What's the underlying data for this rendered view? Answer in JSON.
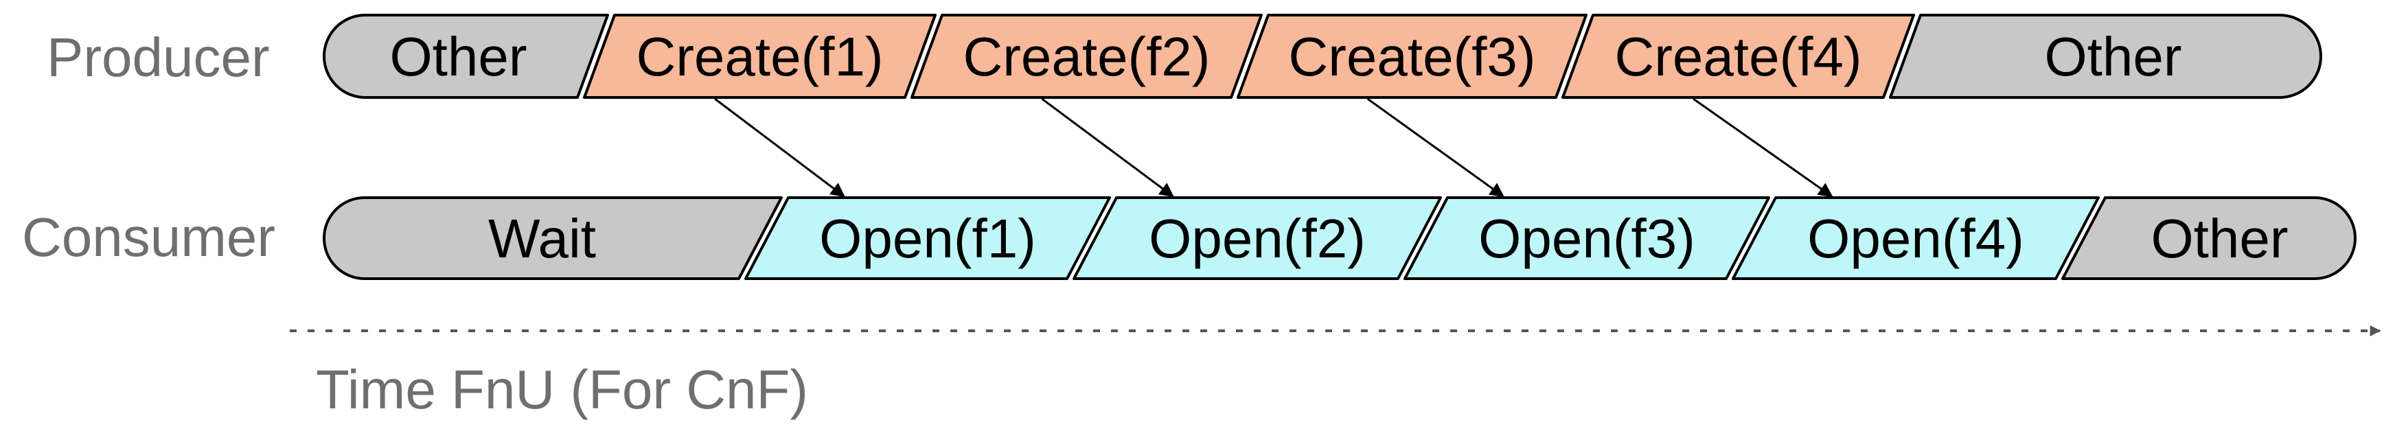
{
  "rows": {
    "producer": {
      "label": "Producer",
      "segments": [
        {
          "label": "Other",
          "kind": "other"
        },
        {
          "label": "Create(f1)",
          "kind": "create"
        },
        {
          "label": "Create(f2)",
          "kind": "create"
        },
        {
          "label": "Create(f3)",
          "kind": "create"
        },
        {
          "label": "Create(f4)",
          "kind": "create"
        },
        {
          "label": "Other",
          "kind": "other"
        }
      ]
    },
    "consumer": {
      "label": "Consumer",
      "segments": [
        {
          "label": "Wait",
          "kind": "other"
        },
        {
          "label": "Open(f1)",
          "kind": "open"
        },
        {
          "label": "Open(f2)",
          "kind": "open"
        },
        {
          "label": "Open(f3)",
          "kind": "open"
        },
        {
          "label": "Open(f4)",
          "kind": "open"
        },
        {
          "label": "Other",
          "kind": "other"
        }
      ]
    }
  },
  "time_axis": {
    "label": "Time FnU (For CnF)"
  },
  "dependencies": [
    {
      "from": "Create(f1)",
      "to": "Open(f1)"
    },
    {
      "from": "Create(f2)",
      "to": "Open(f2)"
    },
    {
      "from": "Create(f3)",
      "to": "Open(f3)"
    },
    {
      "from": "Create(f4)",
      "to": "Open(f4)"
    }
  ],
  "colors": {
    "other": "#c8c8c8",
    "create": "#f8b89a",
    "open": "#bff7f9",
    "stroke": "#000000",
    "label_text": "#6f6f6f",
    "axis": "#555555"
  }
}
